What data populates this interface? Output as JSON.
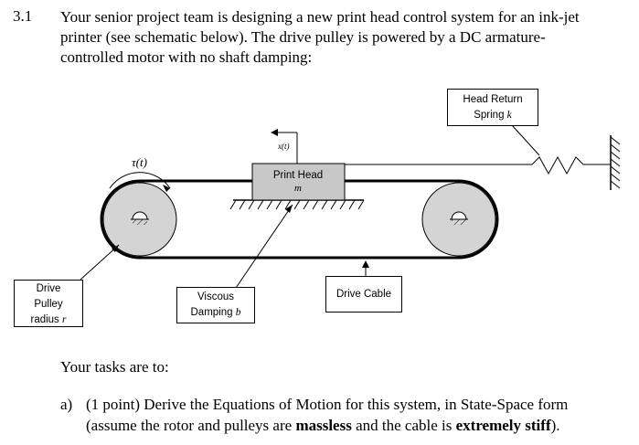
{
  "problem": {
    "number": "3.1",
    "lines": [
      "Your senior project team is designing a new print head control system for an ink-jet",
      "printer (see schematic below).  The drive pulley is powered by a DC armature-",
      "controlled motor with no shaft damping:"
    ]
  },
  "diagram": {
    "spring_label_1": "Head Return",
    "spring_label_2": "Spring",
    "spring_symbol": "k",
    "torque_label": "τ(t)",
    "position_label": "x(t)",
    "head_label": "Print Head",
    "head_symbol": "m",
    "pulley_label_1": "Drive",
    "pulley_label_2": "Pulley",
    "pulley_label_3": "radius",
    "pulley_symbol": "r",
    "damping_label_1": "Viscous",
    "damping_label_2": "Damping",
    "damping_symbol": "b",
    "cable_label": "Drive Cable"
  },
  "tasks_intro": "Your tasks are to:",
  "task_a": {
    "letter": "a)",
    "line1": "(1 point) Derive the Equations of Motion for this system, in State-Space form",
    "line2_pre": "(assume the rotor and pulleys are ",
    "line2_b1": "massless",
    "line2_mid": " and the cable is ",
    "line2_b2": "extremely stiff",
    "line2_post": ")."
  },
  "colors": {
    "pulley_fill": "#d4d4d4",
    "head_fill": "#c8c8c8"
  }
}
